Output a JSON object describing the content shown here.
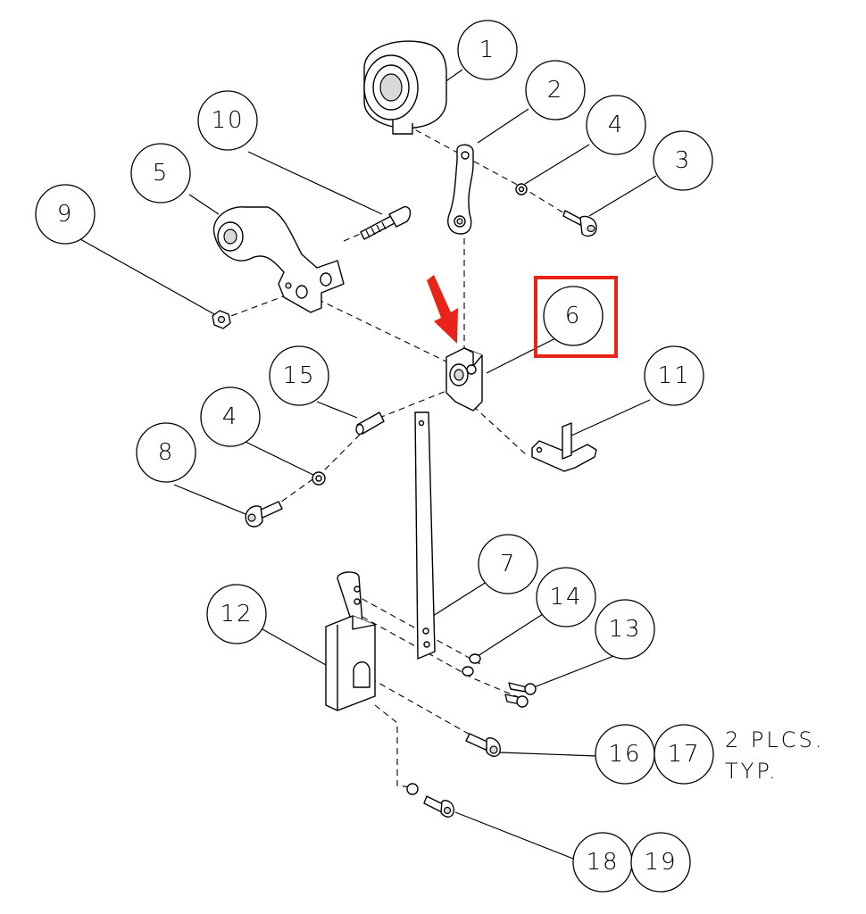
{
  "diagram": {
    "balloons": {
      "b1": "1",
      "b2": "2",
      "b3": "3",
      "b4a": "4",
      "b4b": "4",
      "b5": "5",
      "b6": "6",
      "b7": "7",
      "b8": "8",
      "b9": "9",
      "b10": "10",
      "b11": "11",
      "b12": "12",
      "b13": "13",
      "b14": "14",
      "b15": "15",
      "b16": "16",
      "b17": "17",
      "b18": "18",
      "b19": "19"
    },
    "note_line1": "2 PLCS.",
    "note_line2": "TYP.",
    "highlight_color": "#e8231a"
  }
}
